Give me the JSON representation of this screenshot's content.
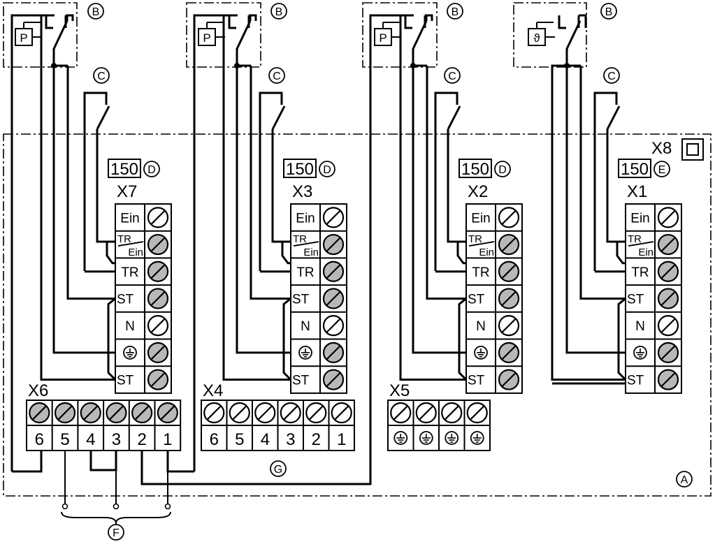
{
  "callouts": {
    "A": "A",
    "B": "B",
    "C": "C",
    "D": "D",
    "E": "E",
    "F": "F",
    "G": "G"
  },
  "sensor_symbols": {
    "pressure": "P",
    "temperature": "ϑ"
  },
  "value_150": "150",
  "terminal_labels": {
    "ein": "Ein",
    "tr_top": "TR",
    "tr_bottom": "Ein",
    "tr": "TR",
    "st": "ST",
    "n": "N"
  },
  "strips": {
    "x1": "X1",
    "x2": "X2",
    "x3": "X3",
    "x4": "X4",
    "x5": "X5",
    "x6": "X6",
    "x7": "X7",
    "x8": "X8"
  },
  "x6_numbers": [
    "6",
    "5",
    "4",
    "3",
    "2",
    "1"
  ],
  "x4_numbers": [
    "6",
    "5",
    "4",
    "3",
    "2",
    "1"
  ],
  "colors": {
    "line": "#000000",
    "screw_fill": "#b8b8b8",
    "background": "#ffffff"
  }
}
